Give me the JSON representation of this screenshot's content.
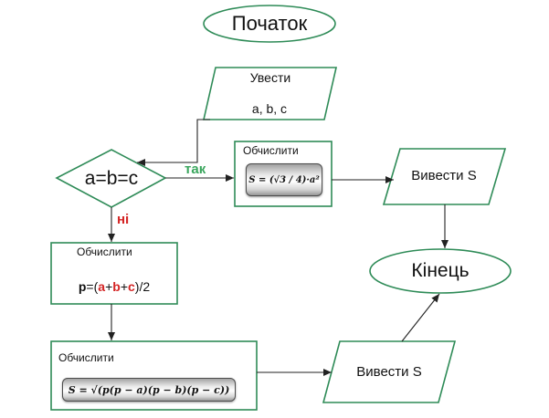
{
  "nodes": {
    "start": {
      "label": "Початок"
    },
    "input": {
      "title": "Увести",
      "vars": "a, b, c"
    },
    "decision": {
      "label": "a=b=c"
    },
    "calc_equilateral": {
      "title": "Обчислити",
      "formula": "S = (√3 / 4)·a²"
    },
    "output_top": {
      "label": "Вивести S"
    },
    "end": {
      "label": "Кінець"
    },
    "calc_perimeter": {
      "title": "Обчислити",
      "expr": {
        "p": "p",
        "eq_open": "=(",
        "a": "a",
        "plus1": "+",
        "b": "b",
        "plus2": "+",
        "c": "c",
        "close": ")/2"
      }
    },
    "calc_heron": {
      "title": "Обчислити",
      "formula": "S = √(p(p − a)(p − b)(p − c))"
    },
    "output_bottom": {
      "label": "Вивести S"
    }
  },
  "branches": {
    "yes": "так",
    "no": "ні"
  },
  "colors": {
    "shape_stroke": "#2e8b57",
    "yes_label": "#3aa65d",
    "no_label": "#d42424",
    "accent_red": "#d42424",
    "arrow": "#222222"
  }
}
